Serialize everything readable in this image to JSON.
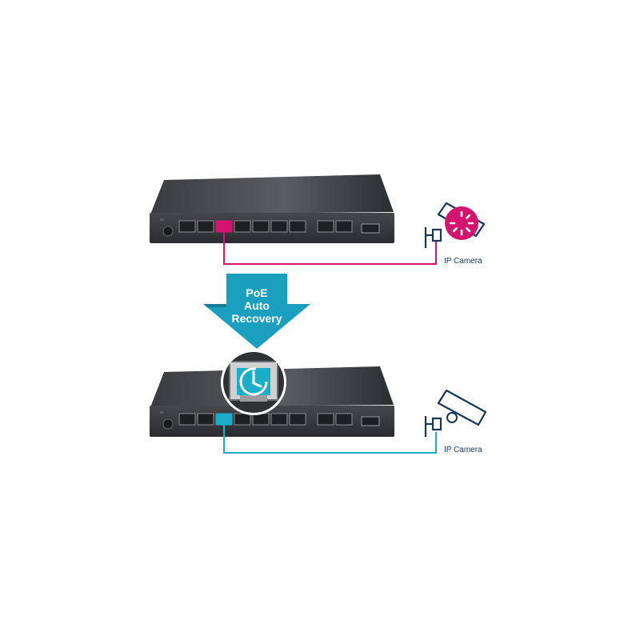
{
  "banner": {
    "line1": "PoE",
    "line2": "Auto",
    "line3": "Recovery"
  },
  "top_scene": {
    "camera_label": "IP Camera",
    "state": "fault",
    "accent_color": "#d4146e",
    "icon": "camera-loading-icon"
  },
  "bottom_scene": {
    "camera_label": "IP Camera",
    "state": "recovered",
    "accent_color": "#1aaecb",
    "icon": "camera-ok-icon",
    "magnifier_icon": "power-restart-icon"
  },
  "colors": {
    "banner": "#1b9fbf",
    "banner_dark": "#147e99",
    "switch_body": "#2f3133",
    "switch_front": "#3b3d40",
    "camera_line": "#14365a"
  }
}
